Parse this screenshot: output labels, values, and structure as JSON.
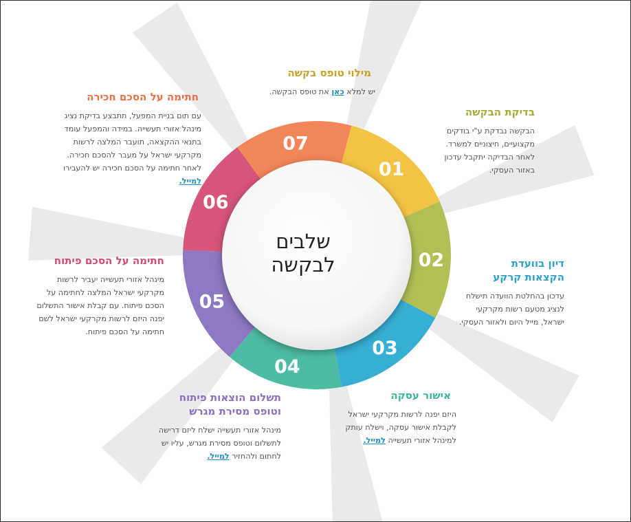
{
  "center_title": [
    "שלבים",
    "לבקשה"
  ],
  "steps": [
    {
      "number": "01",
      "title": "מילוי טופס בקשה",
      "desc": "יש למלא ",
      "link": "כאן",
      "desc_after": " את טופס הבקשה.",
      "color": "#f3c444"
    },
    {
      "number": "02",
      "title": "בדיקת הבקשה",
      "desc": "הבקשה נבדקת ע\"י בודקים מקצועיים, חיצוניים למשרד. לאחר הבדיקה יתקבל עדכון באזור העסקי.",
      "color": "#b3bf55"
    },
    {
      "number": "03",
      "title": "דיון בוועדת הקצאות קרקע",
      "desc": "עדכון בהחלטת הוועדה תישלח לנציג מטעם רשות מקרקעי ישראל, מייל היום ולאזור העסקי.",
      "color": "#37afd5"
    },
    {
      "number": "04",
      "title": "אישור עסקה",
      "desc": "היזם יפנה לרשות מקרקעי ישראל לקבלת אישור עסקה, וישלח עותק למינהל אזורי תעשייה ",
      "link": "למייל.",
      "color": "#4ebca5"
    },
    {
      "number": "05",
      "title": "תשלום הוצאות פיתוח וטופס מסירת מגרש",
      "desc": "מינהל אזורי תעשייה ישלח ליזם דרישה לתשלום וטופס מסירת מגרש, עליו יש לחתום ולהחזיר ",
      "link": "למייל.",
      "color": "#8e78c2"
    },
    {
      "number": "06",
      "title": "חתימה על הסכם פיתוח",
      "desc": "מינהל אזורי תעשייה יעביר לרשות מקרקעי ישראל המלצה לחתימה על הסכם פיתוח. עם קבלת אישור התשלום יפנה היזם לרשות מקרקעי ישראל לשם חתימה על הסכם פיתוח.",
      "color": "#d6557a"
    },
    {
      "number": "07",
      "title": "חתימה על הסכם חכירה",
      "desc": "עם תום בניית המפעל, תתבצע בדיקת נציג מינהל אזורי תעשייה. במידה והמפעל עומד בתנאי ההקצאה, תועבר המלצה לרשות מקרקעי ישראל על מעבר להסכם חכירה. לאחר חתימה על הסכם חכירה יש להעבירו ",
      "link": "למייל.",
      "color": "#f38659"
    }
  ],
  "title_colors": {
    "s1": "#c9a227",
    "s2": "#a5ad38",
    "s3": "#2fa2ca",
    "s4": "#3fb39e",
    "s5": "#8a70bf",
    "s6": "#d24a73",
    "s7": "#ec6f48"
  }
}
